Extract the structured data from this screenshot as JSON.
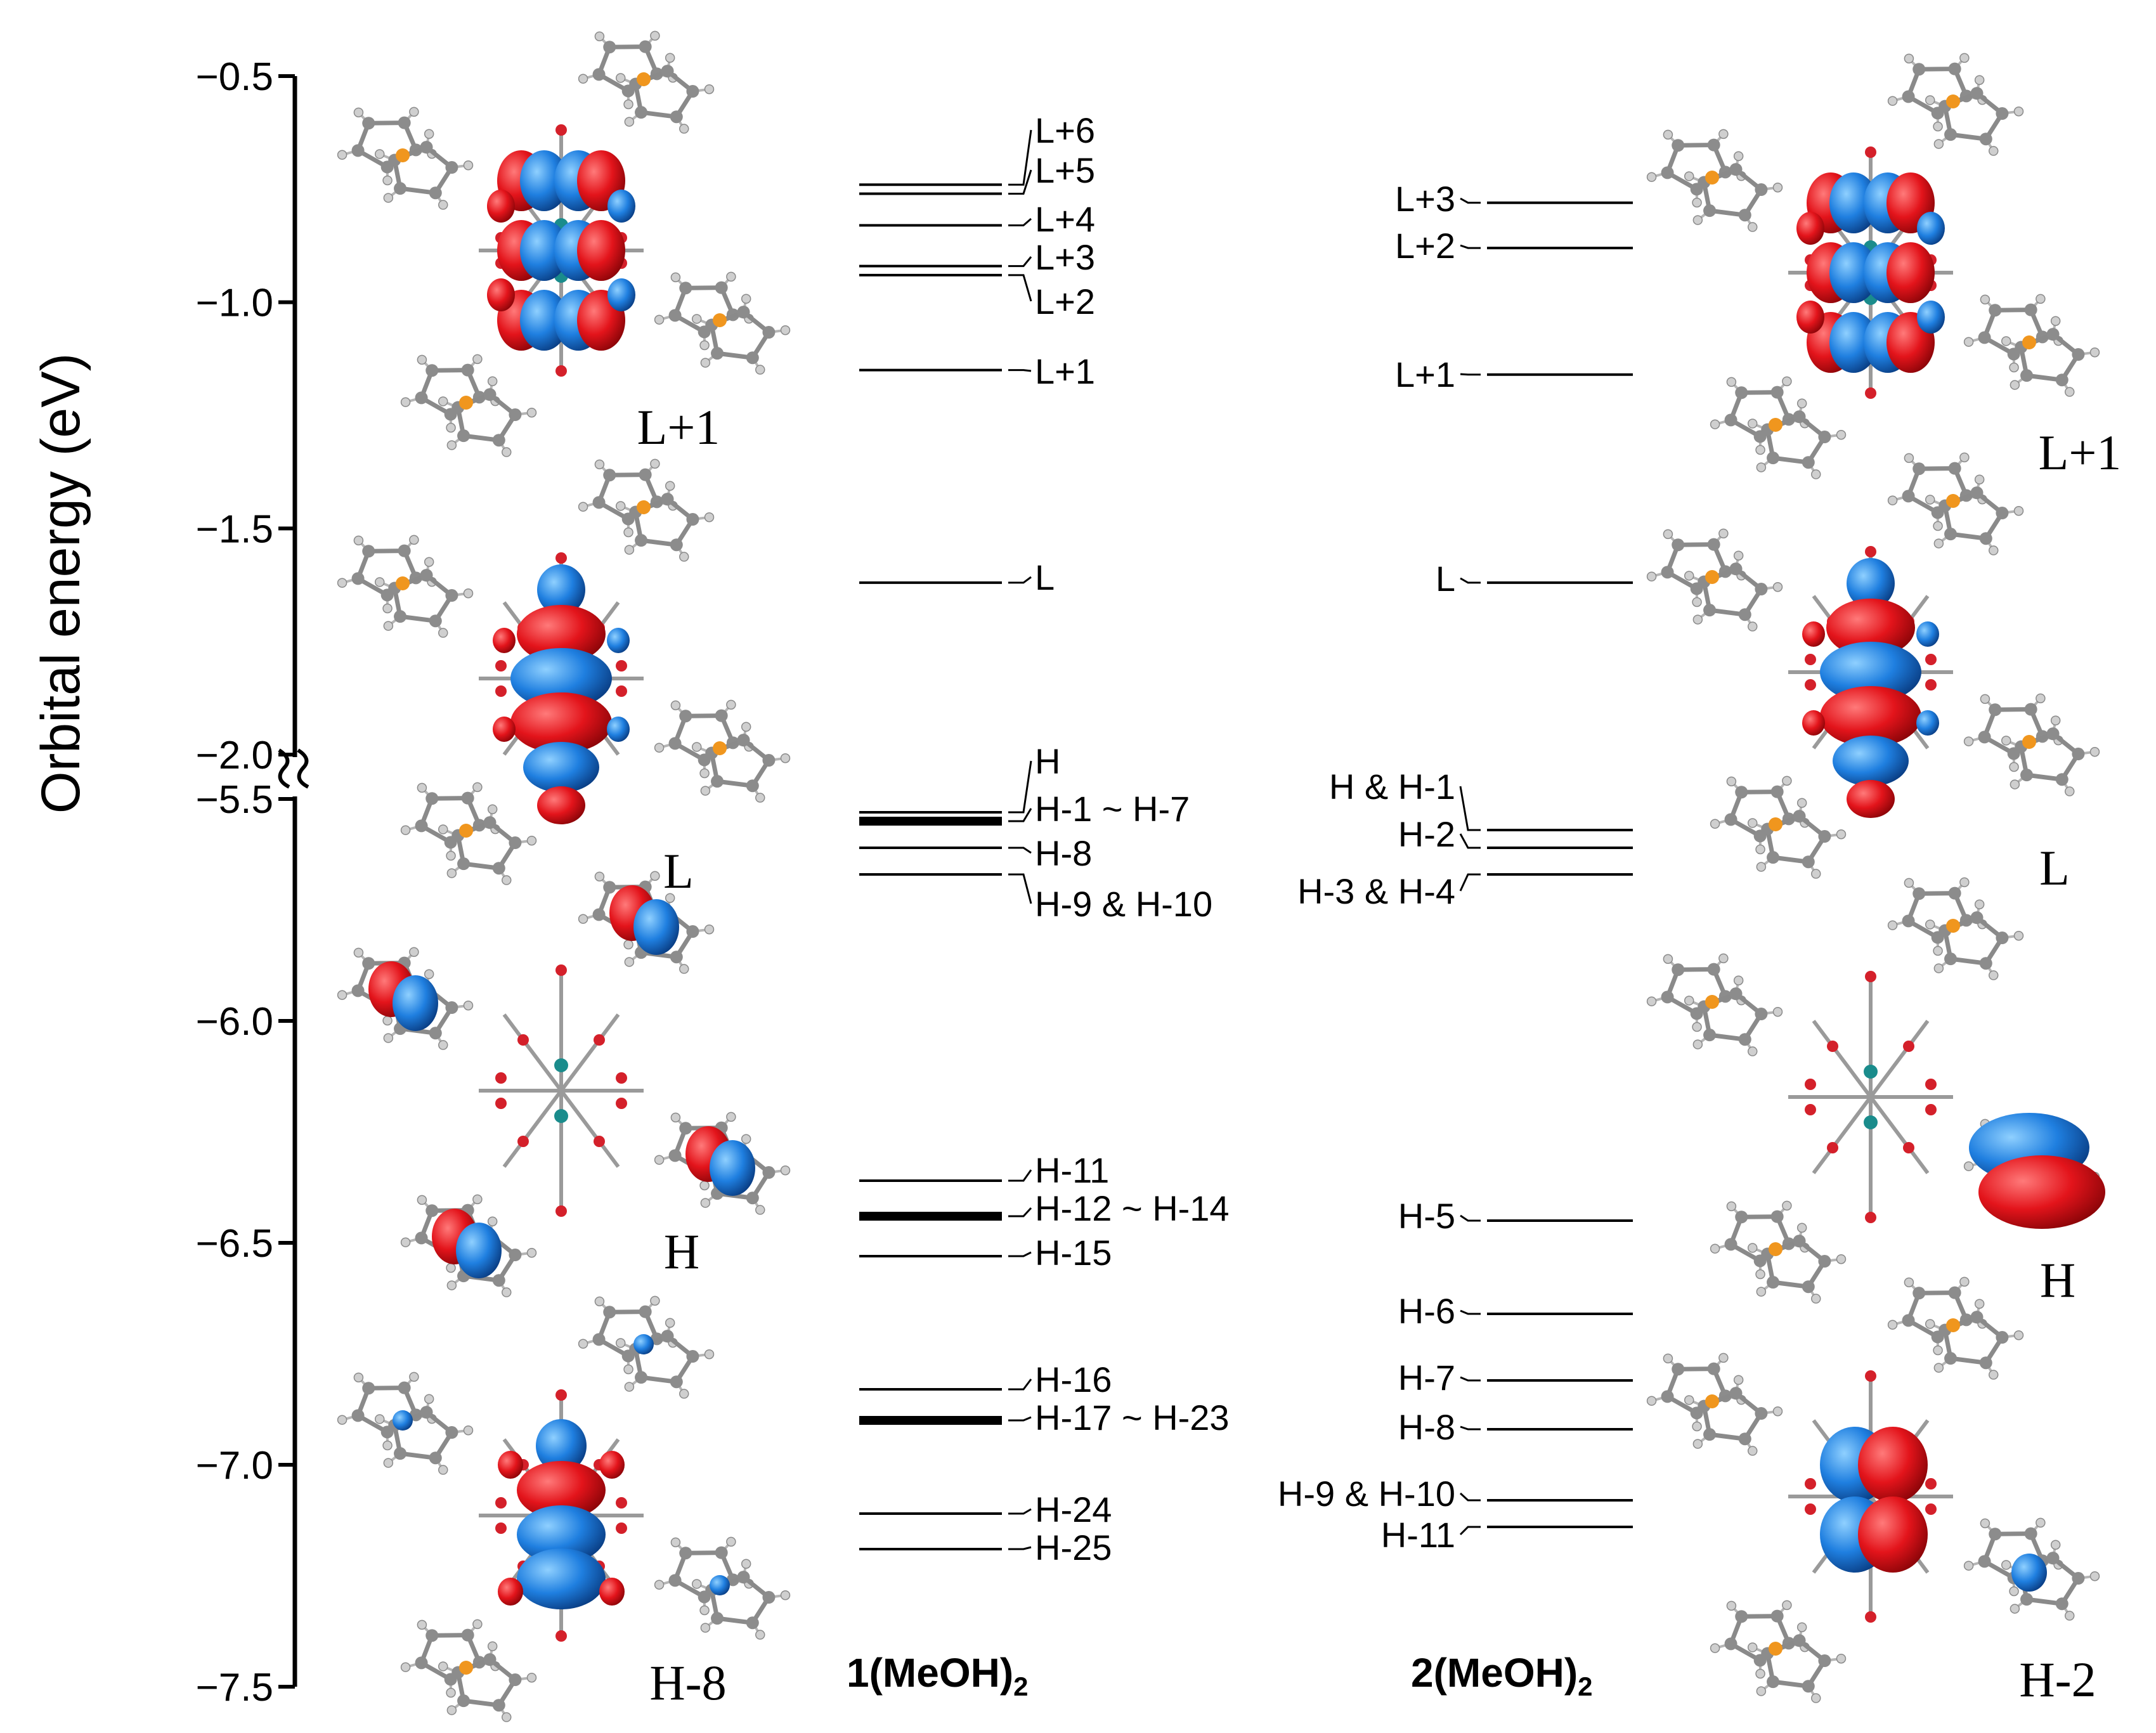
{
  "axis": {
    "label": "Orbital energy (eV)",
    "upper_ticks": [
      "−0.5",
      "−1.0",
      "−1.5",
      "−2.0"
    ],
    "lower_ticks": [
      "−5.5",
      "−6.0",
      "−6.5",
      "−7.0",
      "−7.5"
    ],
    "upper_range": [
      -2.0,
      -0.5
    ],
    "lower_range": [
      -7.5,
      -5.5
    ]
  },
  "panels": {
    "left_title_main": "1(MeOH)",
    "left_title_sub": "2",
    "right_title_main": "2(MeOH)",
    "right_title_sub": "2"
  },
  "colors": {
    "lobe_positive": "#e3141b",
    "lobe_negative": "#1f7fe0",
    "carbon": "#8c8c8c",
    "hydrogen": "#cfcfcf",
    "metal_center": "#1a8c8c",
    "phosphorus": "#f0961e"
  },
  "chart_data": {
    "type": "energy-level-diagram",
    "series": [
      {
        "name": "1(MeOH)2",
        "levels": [
          {
            "label": "L+6",
            "energy": -0.74
          },
          {
            "label": "L+5",
            "energy": -0.76
          },
          {
            "label": "L+4",
            "energy": -0.83
          },
          {
            "label": "L+3",
            "energy": -0.92
          },
          {
            "label": "L+2",
            "energy": -0.94
          },
          {
            "label": "L+1",
            "energy": -1.15
          },
          {
            "label": "L",
            "energy": -1.62
          },
          {
            "label": "H",
            "energy": -5.53
          },
          {
            "label": "H-1 ~ H-7",
            "energy": -5.55,
            "band": true
          },
          {
            "label": "H-8",
            "energy": -5.61
          },
          {
            "label": "H-9 & H-10",
            "energy": -5.67
          },
          {
            "label": "H-11",
            "energy": -6.36
          },
          {
            "label": "H-12 ~ H-14",
            "energy": -6.44,
            "band": true
          },
          {
            "label": "H-15",
            "energy": -6.53
          },
          {
            "label": "H-16",
            "energy": -6.83
          },
          {
            "label": "H-17 ~ H-23",
            "energy": -6.9,
            "band": true
          },
          {
            "label": "H-24",
            "energy": -7.11
          },
          {
            "label": "H-25",
            "energy": -7.19
          }
        ]
      },
      {
        "name": "2(MeOH)2",
        "levels": [
          {
            "label": "L+3",
            "energy": -0.78
          },
          {
            "label": "L+2",
            "energy": -0.88
          },
          {
            "label": "L+1",
            "energy": -1.16
          },
          {
            "label": "L",
            "energy": -1.62
          },
          {
            "label": "H & H-1",
            "energy": -5.57
          },
          {
            "label": "H-2",
            "energy": -5.61
          },
          {
            "label": "H-3 & H-4",
            "energy": -5.67
          },
          {
            "label": "H-5",
            "energy": -6.45
          },
          {
            "label": "H-6",
            "energy": -6.66
          },
          {
            "label": "H-7",
            "energy": -6.81
          },
          {
            "label": "H-8",
            "energy": -6.92
          },
          {
            "label": "H-9 & H-10",
            "energy": -7.08
          },
          {
            "label": "H-11",
            "energy": -7.14
          }
        ]
      }
    ]
  },
  "orbital_images": {
    "left": [
      {
        "label": "L+1"
      },
      {
        "label": "L"
      },
      {
        "label": "H"
      },
      {
        "label": "H-8"
      }
    ],
    "right": [
      {
        "label": "L+1"
      },
      {
        "label": "L"
      },
      {
        "label": "H"
      },
      {
        "label": "H-2"
      }
    ]
  }
}
